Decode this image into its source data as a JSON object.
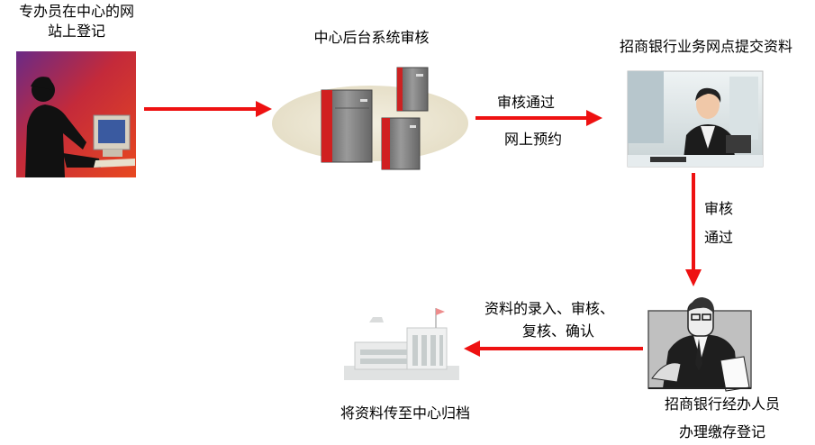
{
  "steps": {
    "register": {
      "line1": "专办员在中心的网",
      "line2": "站上登记",
      "icon": "person-at-computer-icon"
    },
    "review": {
      "label": "中心后台系统审核",
      "icon": "server-cluster-icon"
    },
    "submit": {
      "label": "招商银行业务网点提交资料",
      "icon": "bank-clerk-photo-icon"
    },
    "handle": {
      "line1": "招商银行经办人员",
      "line2": "办理缴存登记",
      "icon": "businessman-at-desk-icon"
    },
    "archive": {
      "label": "将资料传至中心归档",
      "icon": "office-building-icon"
    }
  },
  "arrows": {
    "review_to_submit": {
      "line1": "审核通过",
      "line2": "网上预约"
    },
    "submit_to_handle": {
      "line1": "审核",
      "line2": "通过"
    },
    "handle_to_archive": {
      "line1": "资料的录入、审核、",
      "line2": "复核、确认"
    }
  },
  "colors": {
    "arrow": "#ee1111",
    "accent": "#d82020"
  }
}
